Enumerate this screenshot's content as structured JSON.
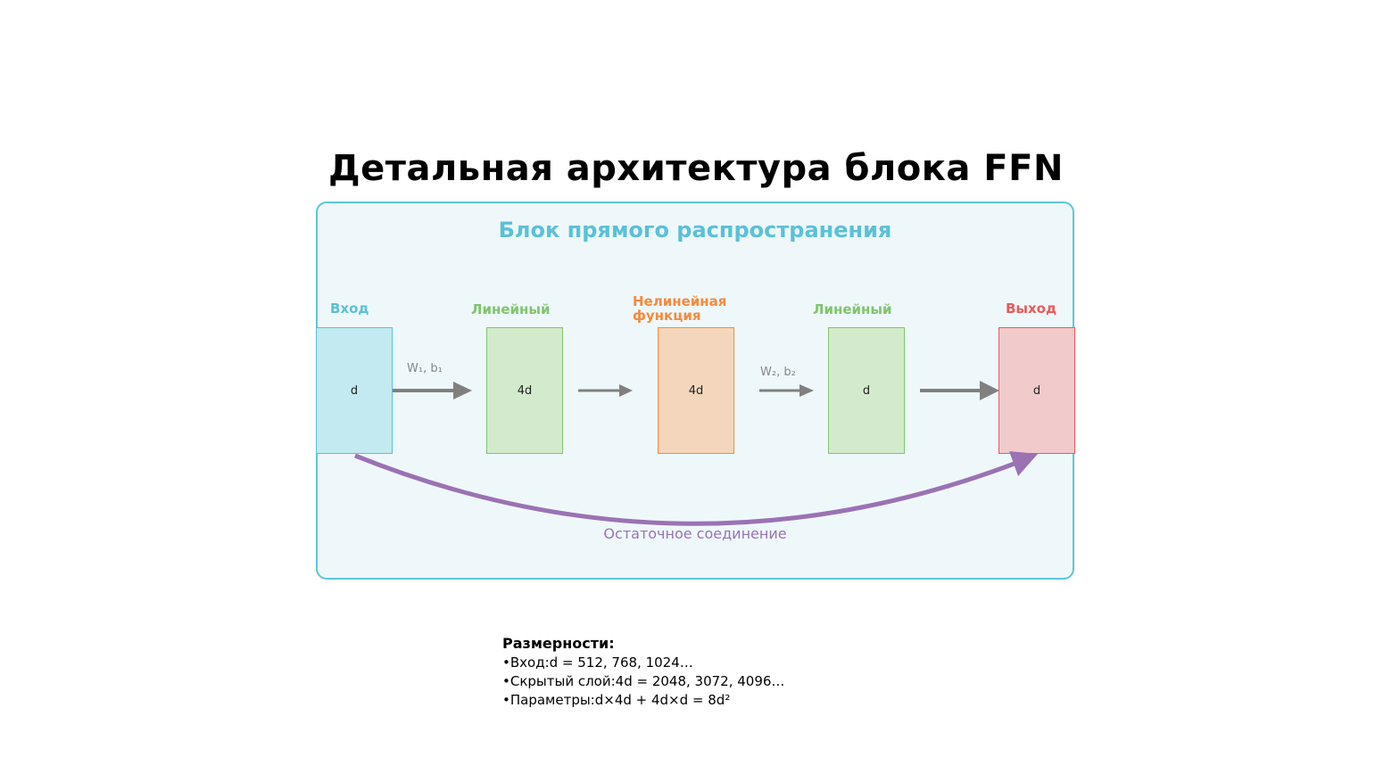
{
  "title": "Детальная архитектура блока FFN",
  "panel_title": "Блок прямого распространения",
  "blocks": {
    "input": {
      "label": "Вход",
      "dim": "d",
      "color": "#5bc0d8",
      "fill": "#c3e9f1"
    },
    "linear1": {
      "label": "Линейный",
      "dim": "4d",
      "color": "#82c46e",
      "fill": "#d3ebcc"
    },
    "nonlinear": {
      "label_line1": "Нелинейная",
      "label_line2": "функция",
      "dim": "4d",
      "color": "#f58a3e",
      "fill": "#f4d6bd"
    },
    "linear2": {
      "label": "Линейный",
      "dim": "d",
      "color": "#82c46e",
      "fill": "#d3ebcc"
    },
    "output": {
      "label": "Выход",
      "dim": "d",
      "color": "#e85a5a",
      "fill": "#f1cbcb"
    }
  },
  "weights": {
    "w1": "W₁, b₁",
    "w2": "W₂, b₂"
  },
  "residual_label": "Остаточное соединение",
  "dimensions": {
    "heading": "Размерности:",
    "lines": [
      "•Вход:d = 512, 768, 1024…",
      "•Скрытый слой:4d = 2048, 3072, 4096…",
      "•Параметры:d×4d + 4d×d = 8d²"
    ]
  },
  "colors": {
    "arrow": "#808080",
    "residual": "#9b72b4",
    "panel_border": "#5bc6dc",
    "panel_fill": "#eef8fb"
  }
}
